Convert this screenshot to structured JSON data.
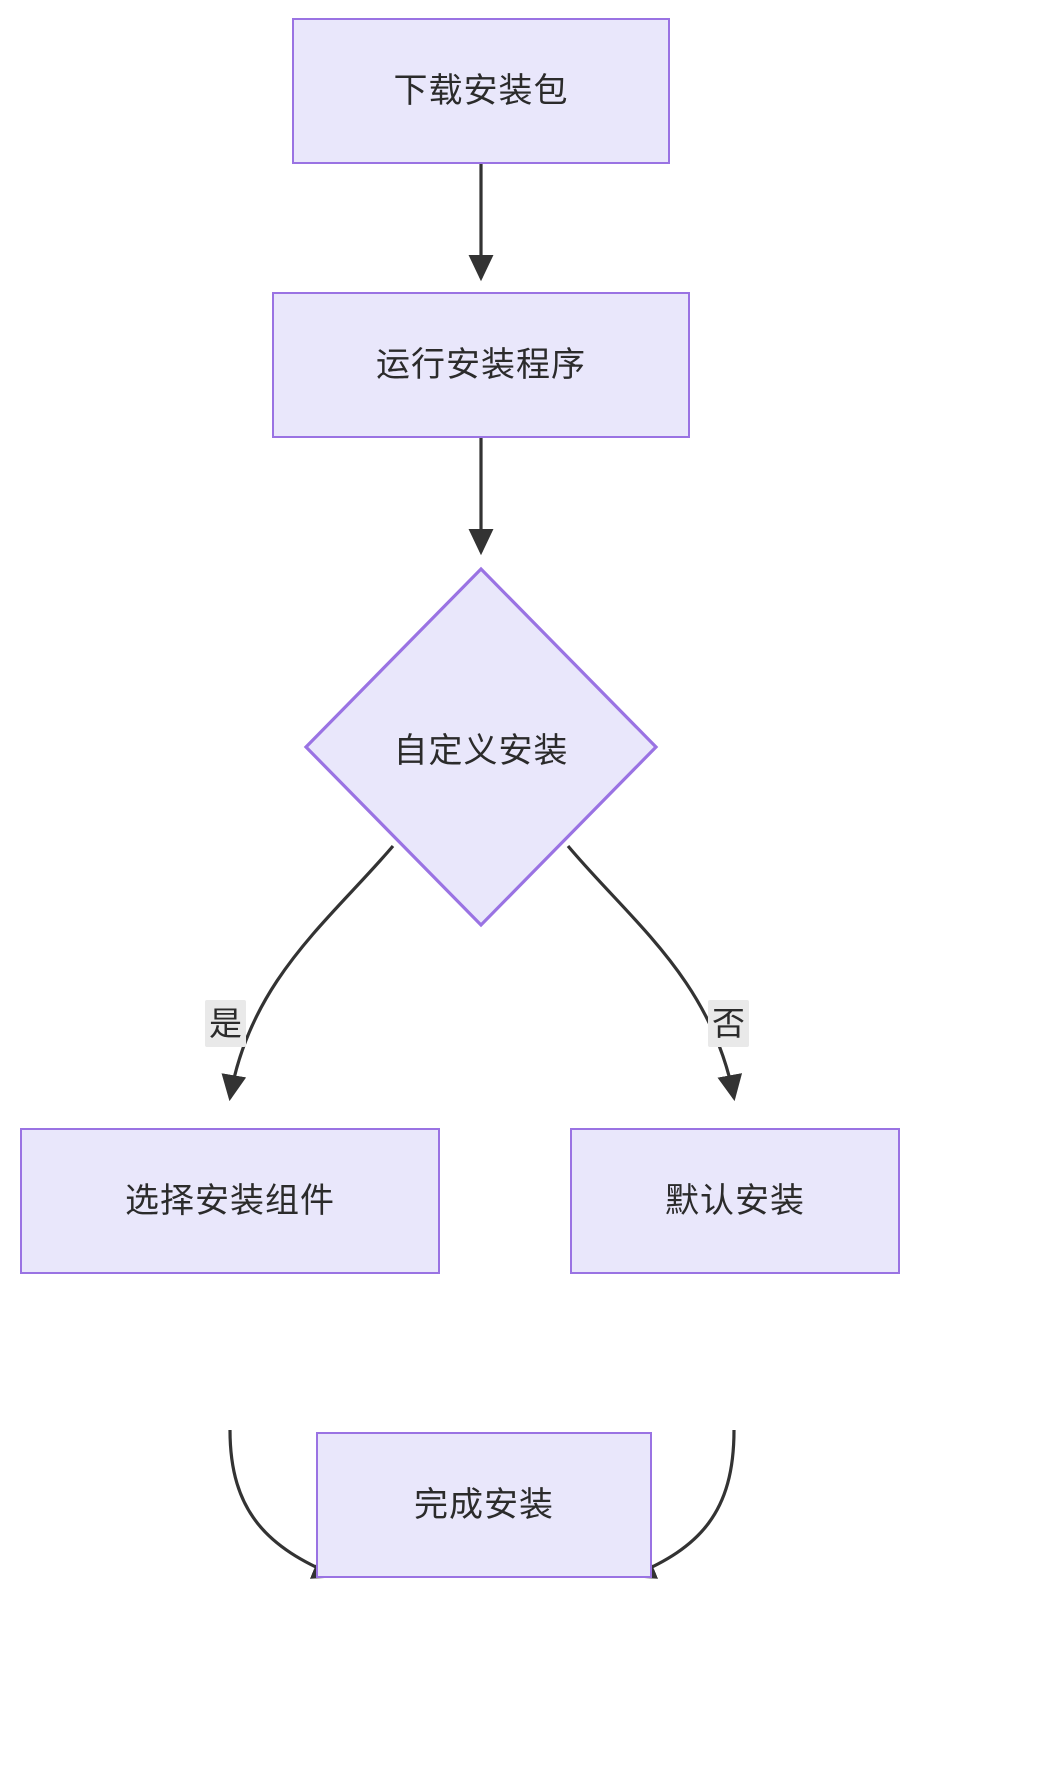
{
  "diagram": {
    "type": "flowchart",
    "direction": "top-down",
    "theme": {
      "node_fill": "#e9e7fb",
      "node_stroke": "#9a73e3",
      "node_text": "#2b2b2b",
      "edge_stroke": "#333333",
      "edge_label_bg": "#e9e9e9",
      "background": "#ffffff"
    },
    "nodes": [
      {
        "id": "n1",
        "shape": "rect",
        "label": "下载安装包"
      },
      {
        "id": "n2",
        "shape": "rect",
        "label": "运行安装程序"
      },
      {
        "id": "n3",
        "shape": "diamond",
        "label": "自定义安装"
      },
      {
        "id": "n4",
        "shape": "rect",
        "label": "选择安装组件"
      },
      {
        "id": "n5",
        "shape": "rect",
        "label": "默认安装"
      },
      {
        "id": "n6",
        "shape": "rect",
        "label": "完成安装"
      }
    ],
    "edges": [
      {
        "from": "n1",
        "to": "n2",
        "label": ""
      },
      {
        "from": "n2",
        "to": "n3",
        "label": ""
      },
      {
        "from": "n3",
        "to": "n4",
        "label": "是"
      },
      {
        "from": "n3",
        "to": "n5",
        "label": "否"
      },
      {
        "from": "n4",
        "to": "n6",
        "label": ""
      },
      {
        "from": "n5",
        "to": "n6",
        "label": ""
      }
    ]
  }
}
